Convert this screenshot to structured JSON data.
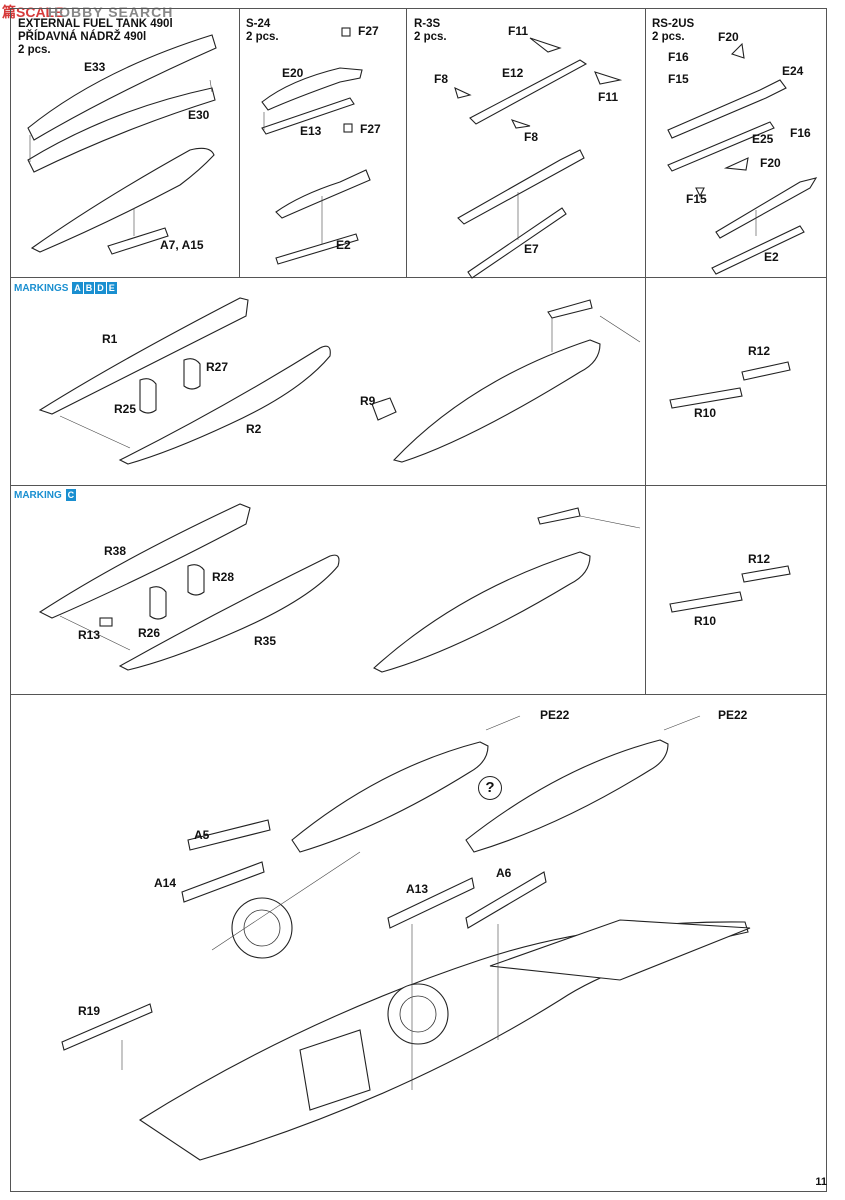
{
  "watermark": {
    "text1": "篇SCALE",
    "text2": "HOBBY SEARCH"
  },
  "top": {
    "fuel_tank": {
      "title1": "EXTERNAL FUEL TANK 490l",
      "title2": "PŘÍDAVNÁ NÁDRŽ 490l",
      "qty": "2 pcs.",
      "labels": [
        "E33",
        "E30",
        "A7, A15"
      ]
    },
    "s24": {
      "title": "S-24",
      "qty": "2 pcs.",
      "labels": [
        "F27",
        "E20",
        "E13",
        "F27",
        "E2"
      ]
    },
    "r3s": {
      "title": "R-3S",
      "qty": "2 pcs.",
      "labels": [
        "F11",
        "F8",
        "E12",
        "F11",
        "F8",
        "E7"
      ]
    },
    "rs2us": {
      "title": "RS-2US",
      "qty": "2 pcs.",
      "labels": [
        "F20",
        "F16",
        "F15",
        "E24",
        "F16",
        "E25",
        "F20",
        "F15",
        "E2"
      ]
    }
  },
  "markings_abde": {
    "prefix": "MARKINGS",
    "boxes": [
      "A",
      "B",
      "D",
      "E"
    ],
    "labels": [
      "R1",
      "R27",
      "R25",
      "R2",
      "R9",
      "R12",
      "R10"
    ]
  },
  "marking_c": {
    "prefix": "MARKING",
    "boxes": [
      "C"
    ],
    "labels": [
      "R38",
      "R28",
      "R13",
      "R26",
      "R35",
      "R12",
      "R10"
    ]
  },
  "bottom": {
    "labels": [
      "PE22",
      "PE22",
      "A5",
      "A14",
      "A13",
      "A6",
      "R19"
    ],
    "question": "?"
  },
  "page_number": "11"
}
